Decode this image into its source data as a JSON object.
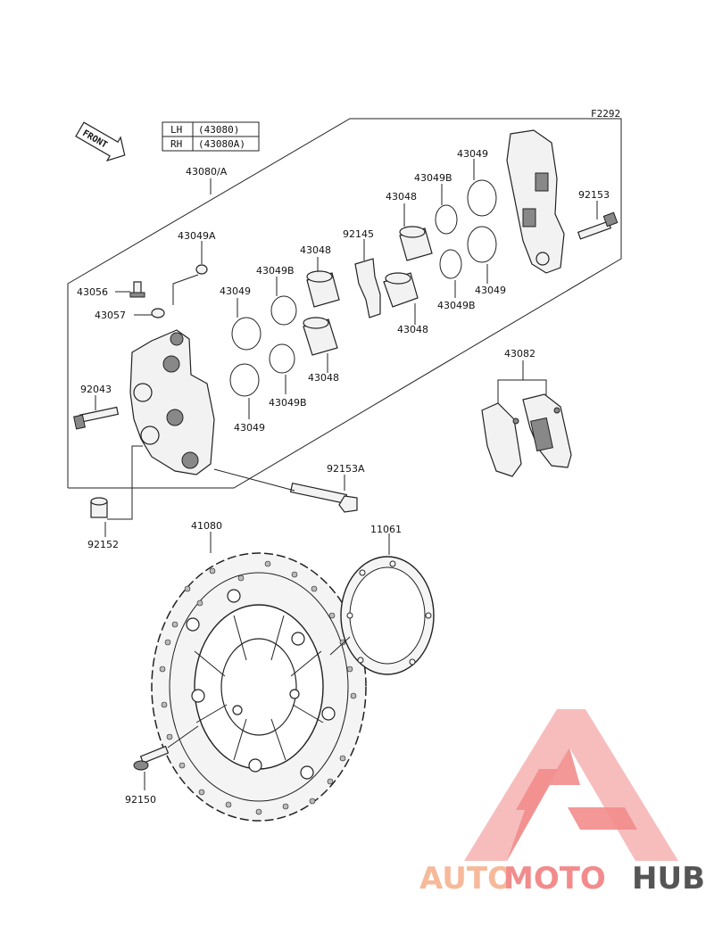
{
  "figure_code": "F2292",
  "variant_table": [
    {
      "side": "LH",
      "part": "(43080)"
    },
    {
      "side": "RH",
      "part": "(43080A)"
    }
  ],
  "front_indicator": "FRONT",
  "callouts": {
    "caliper_assy": "43080/A",
    "bleeder_cap": "43049A",
    "bleeder_valve": "43056",
    "bleeder_washer": "43057",
    "mount_bolt": "92043",
    "piston_seal_1": "43049",
    "piston_seal_2": "43049",
    "piston_seal_3": "43049",
    "piston_seal_4": "43049",
    "dust_seal_1": "43049B",
    "dust_seal_2": "43049B",
    "dust_seal_3": "43049B",
    "dust_seal_4": "43049B",
    "piston_1": "43048",
    "piston_2": "43048",
    "piston_3": "43048",
    "piston_4": "43048",
    "pad_spring": "92145",
    "pad_pin": "92153",
    "caliper_bolt": "92153A",
    "brake_pads": "43082",
    "collar": "92152",
    "disc": "41080",
    "shim": "11061",
    "disc_bolt": "92150"
  },
  "watermark": {
    "part1": "AUTO",
    "part2": "MOTO",
    "part3": "HUB",
    "color_light": "#f6b99a",
    "color_mid": "#f28c8c",
    "color_dark": "#555555"
  }
}
